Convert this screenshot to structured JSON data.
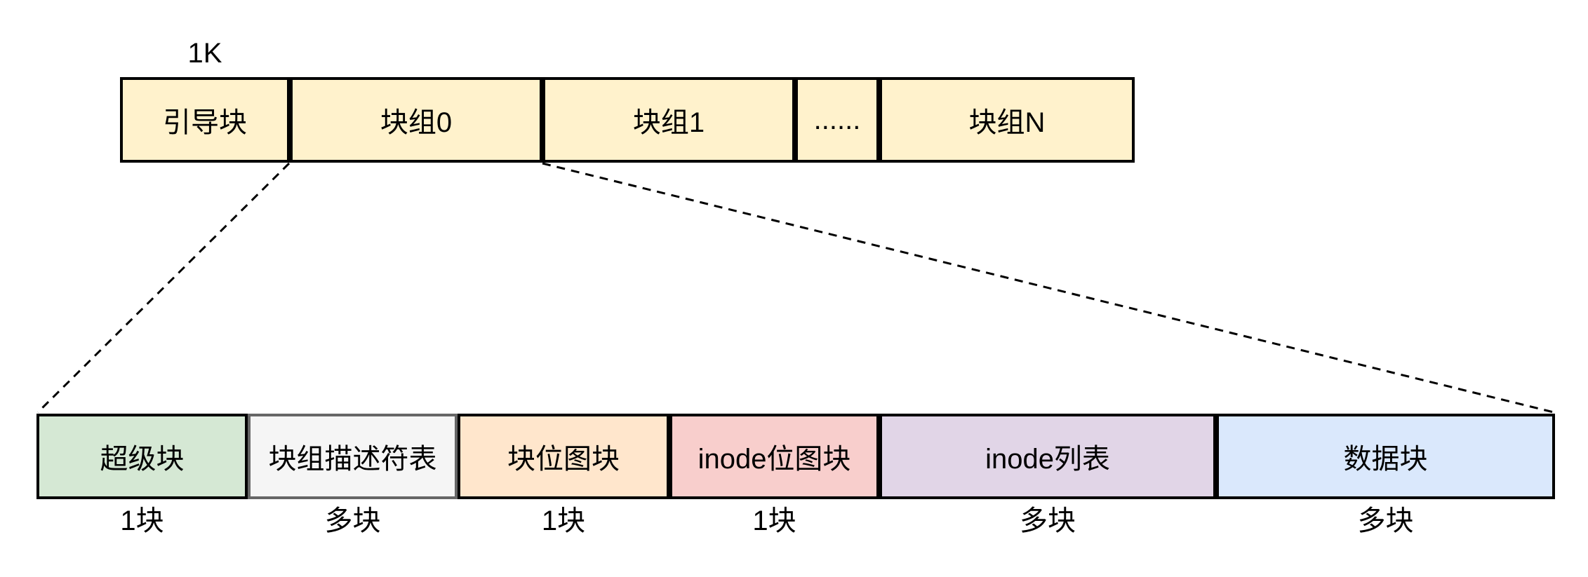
{
  "canvas": {
    "background": "#ffffff"
  },
  "connectors": {
    "color": "#000000",
    "style": "dashed"
  },
  "top_row": {
    "size_label": "1K",
    "segments": [
      {
        "label": "引导块",
        "fill": "#fff2cc",
        "stroke": "#000000"
      },
      {
        "label": "块组0",
        "fill": "#fff2cc",
        "stroke": "#000000"
      },
      {
        "label": "块组1",
        "fill": "#fff2cc",
        "stroke": "#000000"
      },
      {
        "label": "......",
        "fill": "#fff2cc",
        "stroke": "#000000"
      },
      {
        "label": "块组N",
        "fill": "#fff2cc",
        "stroke": "#000000"
      }
    ]
  },
  "bottom_row": {
    "segments": [
      {
        "label": "超级块",
        "count": "1块",
        "fill": "#d5e8d4",
        "stroke": "#000000"
      },
      {
        "label": "块组描述符表",
        "count": "多块",
        "fill": "#f5f5f5",
        "stroke": "#666666"
      },
      {
        "label": "块位图块",
        "count": "1块",
        "fill": "#ffe6cc",
        "stroke": "#000000"
      },
      {
        "label": "inode位图块",
        "count": "1块",
        "fill": "#f8cecc",
        "stroke": "#000000"
      },
      {
        "label": "inode列表",
        "count": "多块",
        "fill": "#e1d5e7",
        "stroke": "#000000"
      },
      {
        "label": "数据块",
        "count": "多块",
        "fill": "#dae8fc",
        "stroke": "#000000"
      }
    ]
  }
}
